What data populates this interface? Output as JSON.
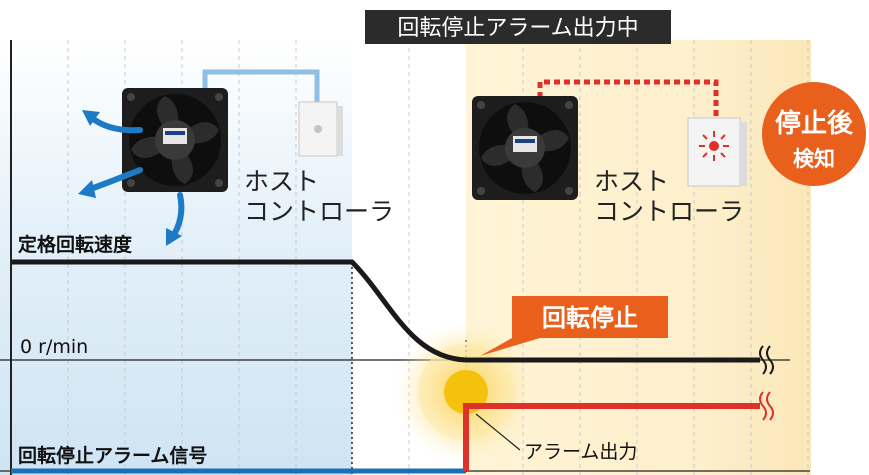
{
  "header": {
    "banner_text": "回転停止アラーム出力中"
  },
  "left_scene": {
    "controller_label_line1": "ホスト",
    "controller_label_line2": "コントローラ"
  },
  "right_scene": {
    "controller_label_line1": "ホスト",
    "controller_label_line2": "コントローラ"
  },
  "badge": {
    "line1": "停止後",
    "line2": "検知"
  },
  "speed_chart": {
    "rated_label": "定格回転速度",
    "zero_label": "0 r/min",
    "stop_callout": "回転停止"
  },
  "alarm_chart": {
    "signal_label": "回転停止アラーム信号",
    "output_callout": "アラーム出力"
  },
  "colors": {
    "banner_bg": "#2b2b2b",
    "accent_orange": "#e8601c",
    "alarm_red": "#e0302a",
    "normal_blue": "#1b6fb5",
    "running_zone": "#d6e9f5",
    "alarm_zone": "#fbefc8",
    "cable_blue": "#8fc0e3",
    "cable_red": "#e0302a"
  }
}
